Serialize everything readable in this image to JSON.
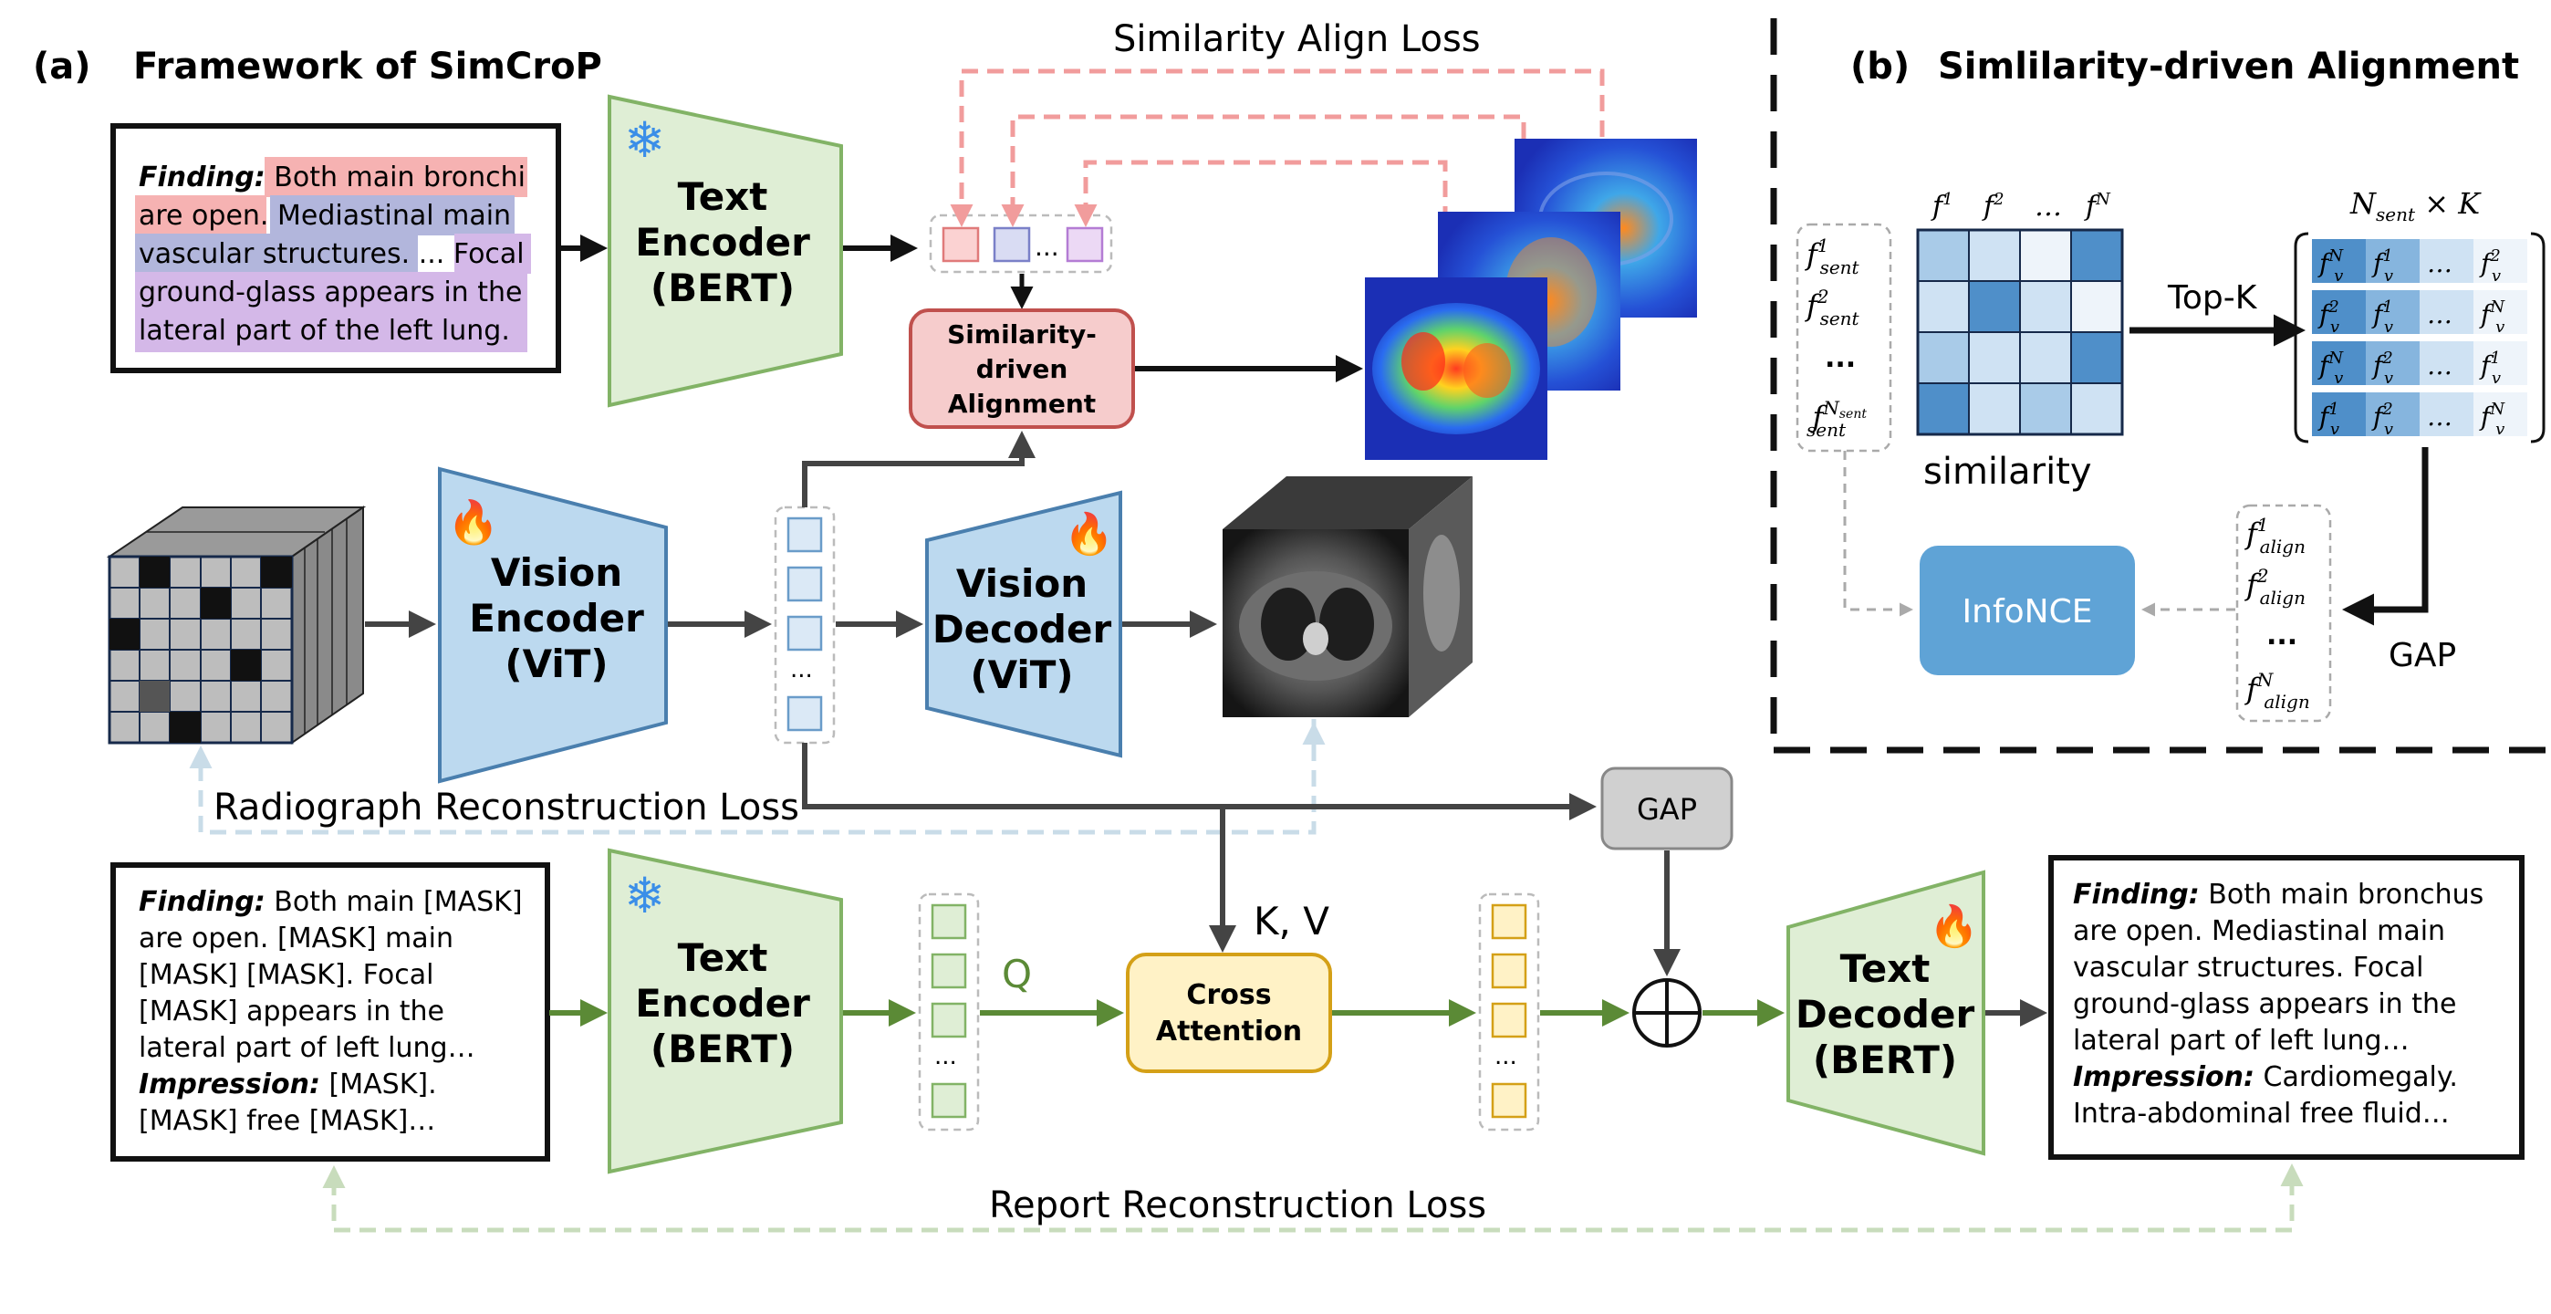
{
  "panel_a": {
    "tag": "(a)",
    "title": "Framework of SimCroP"
  },
  "panel_b": {
    "tag": "(b)",
    "title": "Simlilarity-driven Alignment"
  },
  "losses": {
    "similarity_align": "Similarity Align Loss",
    "radiograph_reconstruction": "Radiograph Reconstruction Loss",
    "report_reconstruction": "Report Reconstruction Loss"
  },
  "blocks": {
    "text_encoder_top": [
      "Text",
      "Encoder",
      "(BERT)"
    ],
    "text_encoder_bottom": [
      "Text",
      "Encoder",
      "(BERT)"
    ],
    "vision_encoder": [
      "Vision",
      "Encoder",
      "(ViT)"
    ],
    "vision_decoder": [
      "Vision",
      "Decoder",
      "(ViT)"
    ],
    "text_decoder": [
      "Text",
      "Decoder",
      "(BERT)"
    ],
    "similarity_alignment": [
      "Similarity-",
      "driven",
      "Alignment"
    ],
    "cross_attention": [
      "Cross",
      "Attention"
    ],
    "gap": "GAP",
    "infonce": "InfoNCE"
  },
  "labels": {
    "q": "Q",
    "kv": "K, V",
    "ellipsis": "...",
    "top_k": "Top-K",
    "similarity": "similarity",
    "gap_b": "GAP",
    "nsent_x_k": "N",
    "nsent_sub": "sent",
    "x_k": " × K"
  },
  "report_input_top": {
    "finding_label": "Finding:",
    "lines": [
      "Both main bronchi",
      "are open.",
      "Mediastinal main",
      "vascular structures.",
      "...",
      "Focal",
      "ground-glass appears in the",
      "lateral part of the left lung."
    ]
  },
  "report_masked": {
    "finding_label": "Finding:",
    "impression_label": "Impression:",
    "lines": [
      "Both main [MASK]",
      "are open. [MASK] main",
      "[MASK] [MASK]. Focal",
      "[MASK] appears in the",
      "lateral part of left lung…",
      "[MASK].",
      "[MASK] free [MASK]…"
    ]
  },
  "report_output": {
    "finding_label": "Finding:",
    "impression_label": "Impression:",
    "lines": [
      "Both main bronchus",
      "are open. Mediastinal main",
      "vascular structures. Focal",
      "ground-glass appears in the",
      "lateral part of left lung…",
      "Cardiomegaly.",
      "Intra-abdominal free fluid…"
    ]
  },
  "matrix": {
    "col_headers": [
      "f",
      "f",
      "…",
      "f"
    ],
    "col_sups": [
      "1",
      "2",
      "",
      "N"
    ],
    "row_labels_sup": [
      "1",
      "2",
      "",
      "N"
    ],
    "shade": [
      [
        2,
        1,
        0,
        4
      ],
      [
        1,
        4,
        1,
        0
      ],
      [
        2,
        1,
        1,
        4
      ],
      [
        4,
        1,
        2,
        1
      ]
    ]
  },
  "topk_rows": [
    [
      "N",
      "1",
      "…",
      "2"
    ],
    [
      "2",
      "1",
      "…",
      "N"
    ],
    [
      "N",
      "2",
      "…",
      "1"
    ],
    [
      "1",
      "2",
      "…",
      "N"
    ]
  ],
  "colors": {
    "green_fill": "#dfeed5",
    "green_stroke": "#82b366",
    "blue_fill": "#bcd9ef",
    "blue_stroke": "#4a7fae",
    "pink_fill": "#f6cccc",
    "pink_stroke": "#c0504d",
    "yellow_fill": "#fff2c6",
    "yellow_stroke": "#d4a017",
    "green_arrow": "#5b8a36",
    "pink_arrow": "#f19c9c",
    "dash_blue": "#c9dce8",
    "dash_green": "#c8dcbc",
    "infonce_fill": "#5fa3d6"
  }
}
